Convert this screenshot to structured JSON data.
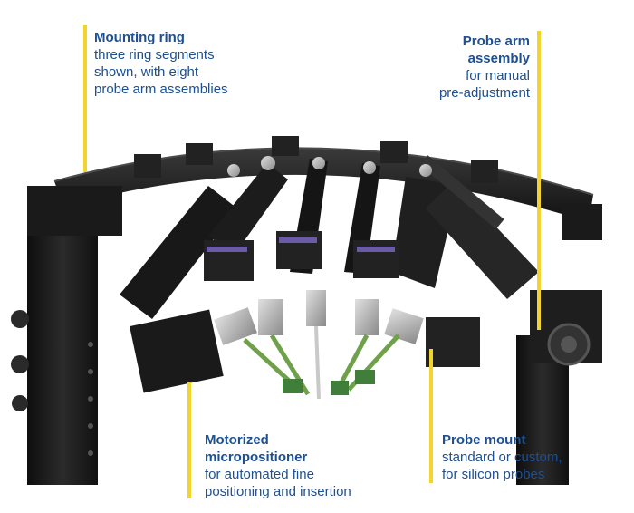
{
  "callouts": {
    "mounting_ring": {
      "title": "Mounting ring",
      "desc": [
        "three ring segments",
        "shown, with eight",
        "probe arm assemblies"
      ]
    },
    "probe_arm": {
      "title": [
        "Probe arm",
        "assembly"
      ],
      "desc": [
        "for manual",
        "pre-adjustment"
      ]
    },
    "micropositioner": {
      "title": [
        "Motorized",
        "micropositioner"
      ],
      "desc": [
        "for automated fine",
        "positioning and insertion"
      ]
    },
    "probe_mount": {
      "title": "Probe mount",
      "desc": [
        "standard or custom,",
        "for silicon probes"
      ]
    }
  },
  "colors": {
    "text": "#1d4f91",
    "leader": "#f2d42a",
    "metal": "#1c1c1c",
    "pcb": "#3f7f3a",
    "steel": "#b7b7b7"
  }
}
